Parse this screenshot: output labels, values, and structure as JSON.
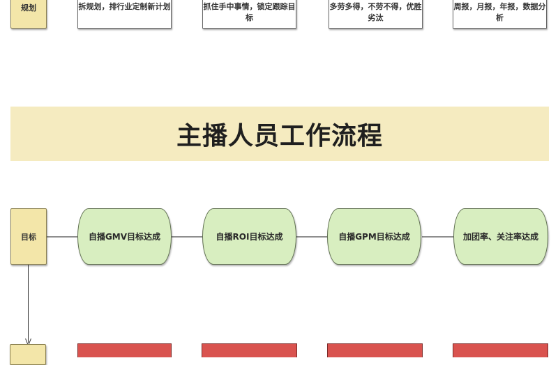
{
  "top_row": {
    "label": "规划",
    "items": [
      {
        "text": "拆规划，排行业定制新计划"
      },
      {
        "text": "抓住手中事情，锁定跟踪目标"
      },
      {
        "text": "多劳多得，不劳不得，优胜劣汰"
      },
      {
        "text": "周报，月报，年报，数据分析"
      }
    ]
  },
  "banner": {
    "title": "主播人员工作流程"
  },
  "goal_row": {
    "label": "目标",
    "items": [
      {
        "text": "自播GMV目标达成"
      },
      {
        "text": "自播ROI目标达成"
      },
      {
        "text": "自播GPM目标达成"
      },
      {
        "text": "加团率、关注率达成"
      }
    ]
  },
  "colors": {
    "label_fill": "#f3e6a9",
    "banner_fill": "#f5ebc0",
    "goal_fill": "#d8eec0",
    "bottom_fill": "#d9534f"
  }
}
